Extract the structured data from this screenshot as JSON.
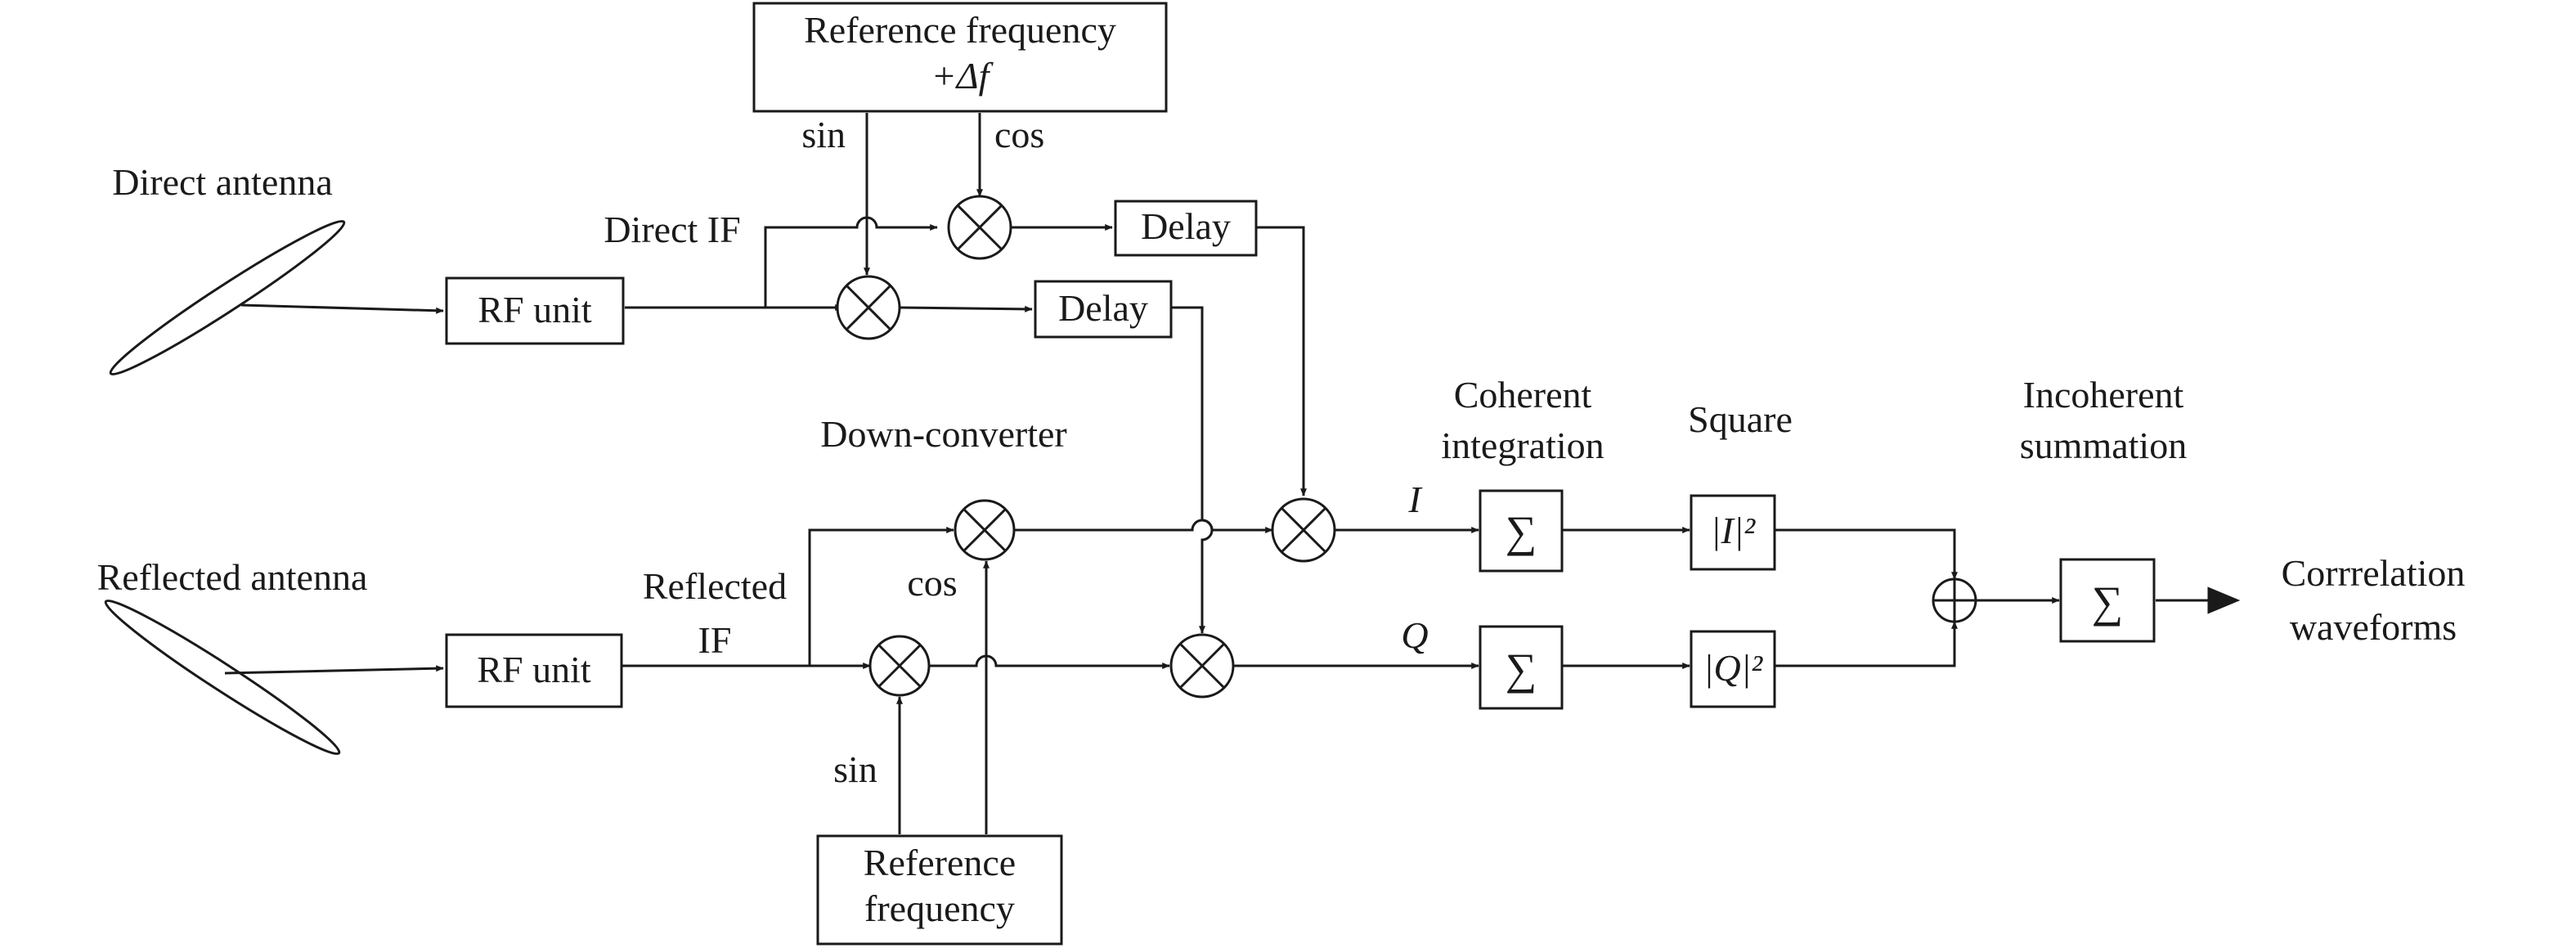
{
  "antennas": {
    "direct": "Direct antenna",
    "reflected": "Reflected antenna"
  },
  "blocks": {
    "rf_unit_top": "RF unit",
    "rf_unit_bottom": "RF unit",
    "ref_top_line1": "Reference frequency",
    "ref_top_line2": "+Δf",
    "ref_bottom_line1": "Reference",
    "ref_bottom_line2": "frequency",
    "delay_top": "Delay",
    "delay_mid": "Delay",
    "sum_i": "∑",
    "sum_q": "∑",
    "square_i": "|I|²",
    "square_q": "|Q|²",
    "sum_final": "∑"
  },
  "labels": {
    "sin_top": "sin",
    "cos_top": "cos",
    "direct_if": "Direct IF",
    "reflected_if_line1": "Reflected",
    "reflected_if_line2": "IF",
    "down_converter": "Down-converter",
    "cos_bottom": "cos",
    "sin_bottom": "sin",
    "i_channel": "I",
    "q_channel": "Q",
    "coherent_line1": "Coherent",
    "coherent_line2": "integration",
    "square": "Square",
    "incoherent_line1": "Incoherent",
    "incoherent_line2": "summation",
    "output_line1": "Corrrelation",
    "output_line2": "waveforms"
  },
  "colors": {
    "stroke": "#1a1a1a",
    "background": "#ffffff"
  }
}
